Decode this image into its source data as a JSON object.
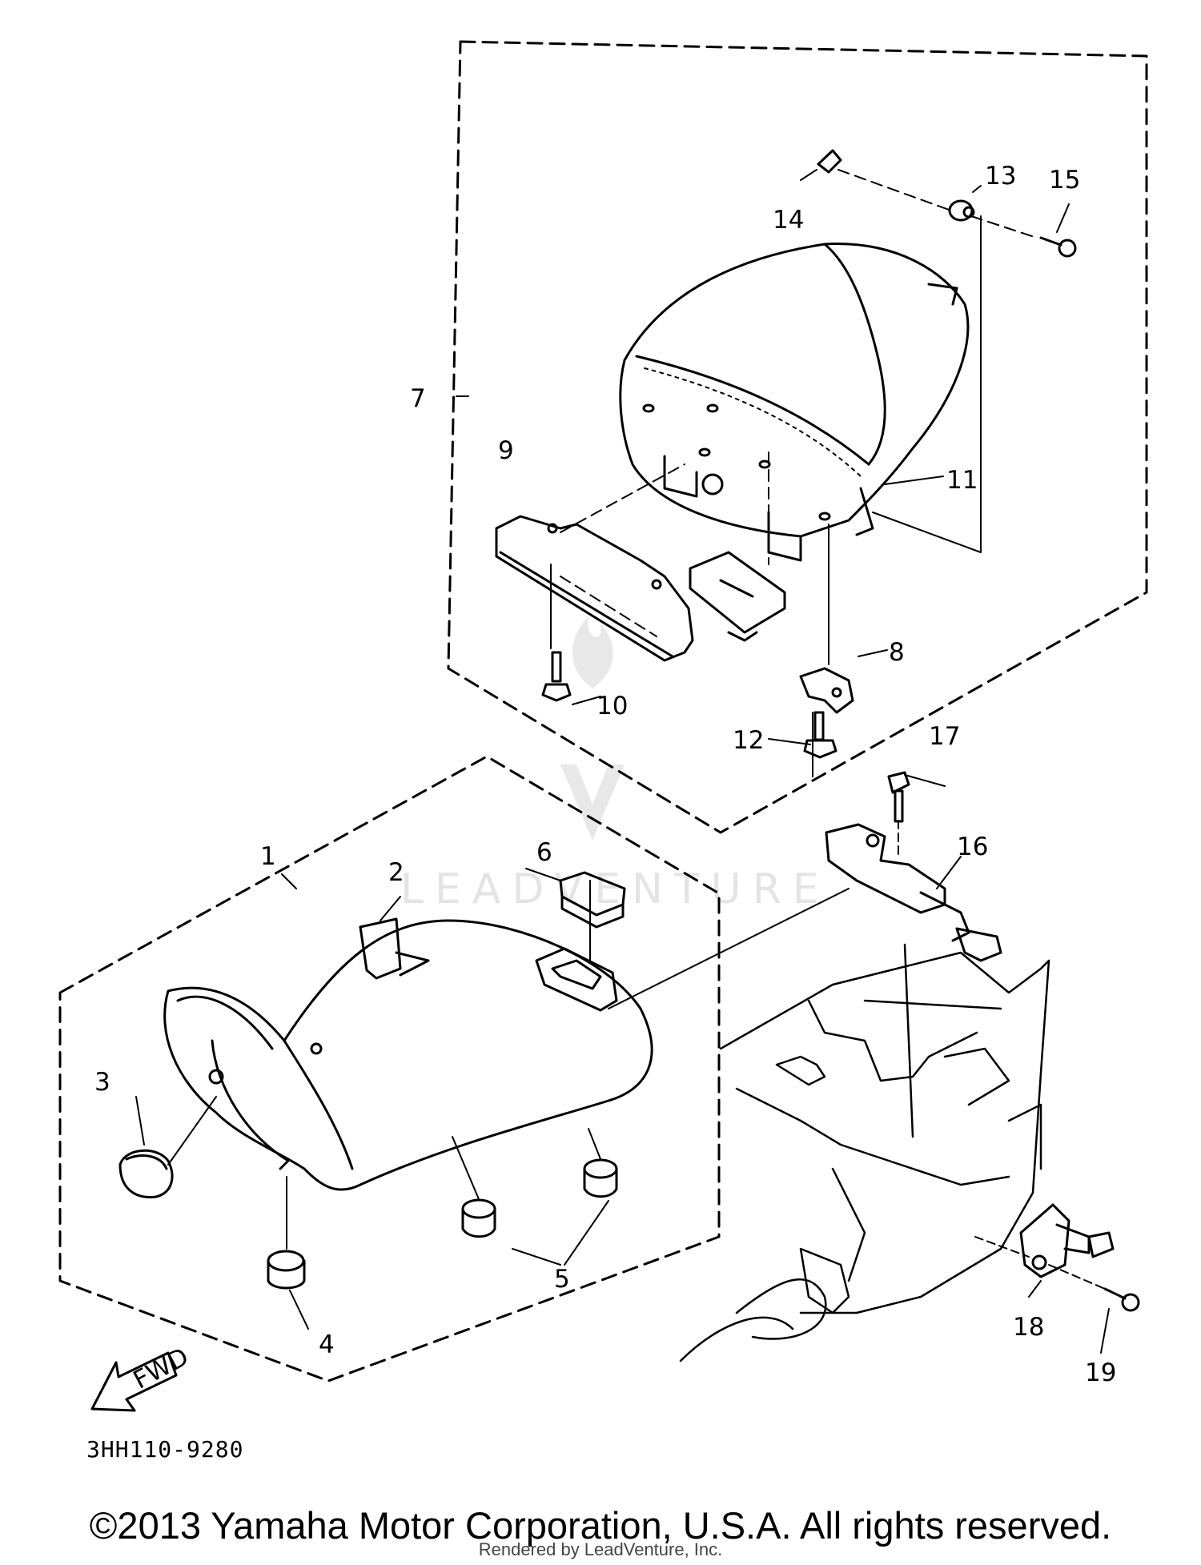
{
  "diagram": {
    "drawing_code": "3HH110-9280",
    "fwd_label": "FWD",
    "watermark_text": "LEADVENTURE",
    "copyright": "©2013 Yamaha Motor Corporation, U.S.A. All rights reserved.",
    "rendered_by": "Rendered by LeadVenture, Inc.",
    "callouts": {
      "c1": "1",
      "c2": "2",
      "c3": "3",
      "c4": "4",
      "c5": "5",
      "c6": "6",
      "c7": "7",
      "c8": "8",
      "c9": "9",
      "c10": "10",
      "c11": "11",
      "c12": "12",
      "c13": "13",
      "c14": "14",
      "c15": "15",
      "c16": "16",
      "c17": "17",
      "c18": "18",
      "c19": "19"
    }
  },
  "colors": {
    "line": "#000000",
    "watermark": "#e4e4e4"
  }
}
